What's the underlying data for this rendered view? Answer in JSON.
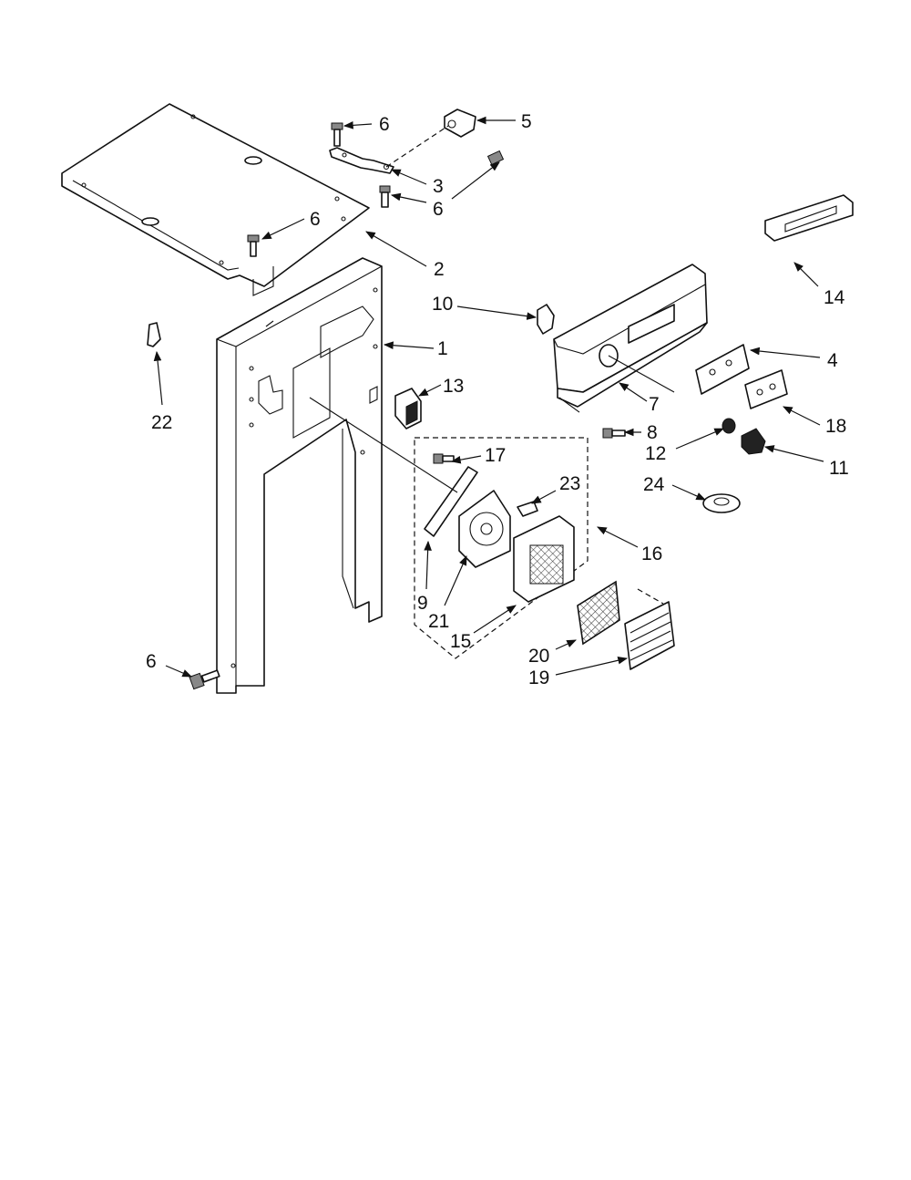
{
  "labels": {
    "l1": "1",
    "l2": "2",
    "l3": "3",
    "l4": "4",
    "l5": "5",
    "l6a": "6",
    "l6b": "6",
    "l6c": "6",
    "l6d": "6",
    "l7": "7",
    "l8": "8",
    "l9": "9",
    "l10": "10",
    "l11": "11",
    "l12": "12",
    "l13": "13",
    "l14": "14",
    "l15": "15",
    "l16": "16",
    "l17": "17",
    "l18": "18",
    "l19": "19",
    "l20": "20",
    "l21": "21",
    "l22": "22",
    "l23": "23",
    "l24": "24"
  }
}
